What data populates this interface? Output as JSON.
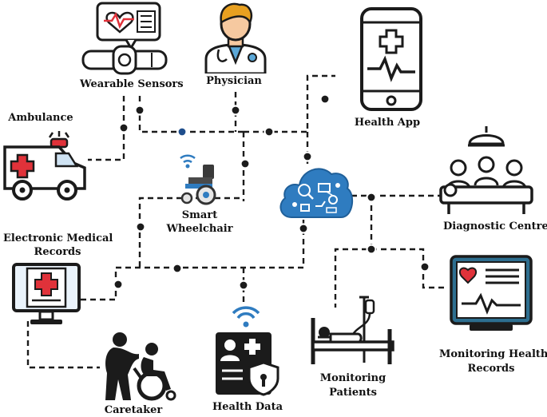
{
  "nodes": {
    "wearable_sensors": {
      "label": "Wearable Sensors",
      "icon": "wearable-sensor-icon"
    },
    "physician": {
      "label": "Physician",
      "icon": "physician-icon"
    },
    "health_app": {
      "label": "Health App",
      "icon": "health-app-icon"
    },
    "ambulance": {
      "label": "Ambulance",
      "icon": "ambulance-icon"
    },
    "smart_wheelchair": {
      "label_line1": "Smart",
      "label_line2": "Wheelchair",
      "icon": "smart-wheelchair-icon"
    },
    "cloud": {
      "icon": "cloud-network-icon"
    },
    "diagnostic_centre": {
      "label": "Diagnostic Centre",
      "icon": "diagnostic-centre-icon"
    },
    "electronic_medical_records": {
      "label_line1": "Electronic Medical",
      "label_line2": "Records",
      "icon": "medical-records-monitor-icon"
    },
    "caretaker": {
      "label": "Caretaker",
      "icon": "caretaker-icon"
    },
    "health_data": {
      "label": "Health Data",
      "icon": "health-data-icon"
    },
    "monitoring_patients": {
      "label_line1": "Monitoring",
      "label_line2": "Patients",
      "icon": "hospital-bed-icon"
    },
    "monitoring_health_records": {
      "label_line1": "Monitoring Health",
      "label_line2": "Records",
      "icon": "health-monitor-icon"
    }
  },
  "colors": {
    "line": "#1b1b1b",
    "accent_blue": "#2f7cc0",
    "red": "#e0323a",
    "teal": "#2d6e8f",
    "skin": "#f6c9a0",
    "hair": "#e8a020"
  }
}
